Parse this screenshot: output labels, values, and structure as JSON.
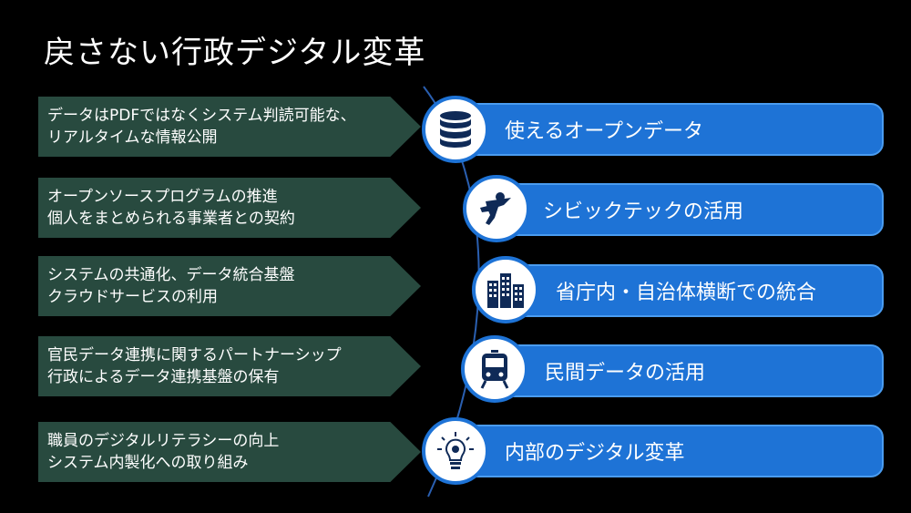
{
  "title": "戻さない行政デジタル変革",
  "rows": [
    {
      "left_line1": "データはPDFではなくシステム判読可能な、",
      "left_line2": "リアルタイムな情報公開",
      "icon": "database-icon",
      "right_label": "使えるオープンデータ"
    },
    {
      "left_line1": "オープンソースプログラムの推進",
      "left_line2": "個人をまとめられる事業者との契約",
      "icon": "superhero-icon",
      "right_label": "シビックテックの活用"
    },
    {
      "left_line1": "システムの共通化、データ統合基盤",
      "left_line2": "クラウドサービスの利用",
      "icon": "buildings-icon",
      "right_label": "省庁内・自治体横断での統合"
    },
    {
      "left_line1": "官民データ連携に関するパートナーシップ",
      "left_line2": "行政によるデータ連携基盤の保有",
      "icon": "train-icon",
      "right_label": "民間データの活用"
    },
    {
      "left_line1": "職員のデジタルリテラシーの向上",
      "left_line2": "システム内製化への取り組み",
      "icon": "lightbulb-gear-icon",
      "right_label": "内部のデジタル変革"
    }
  ],
  "colors": {
    "background": "#000000",
    "left_box": "#284a3f",
    "right_box": "#1e73d6",
    "arc": "#2a5fb0"
  }
}
